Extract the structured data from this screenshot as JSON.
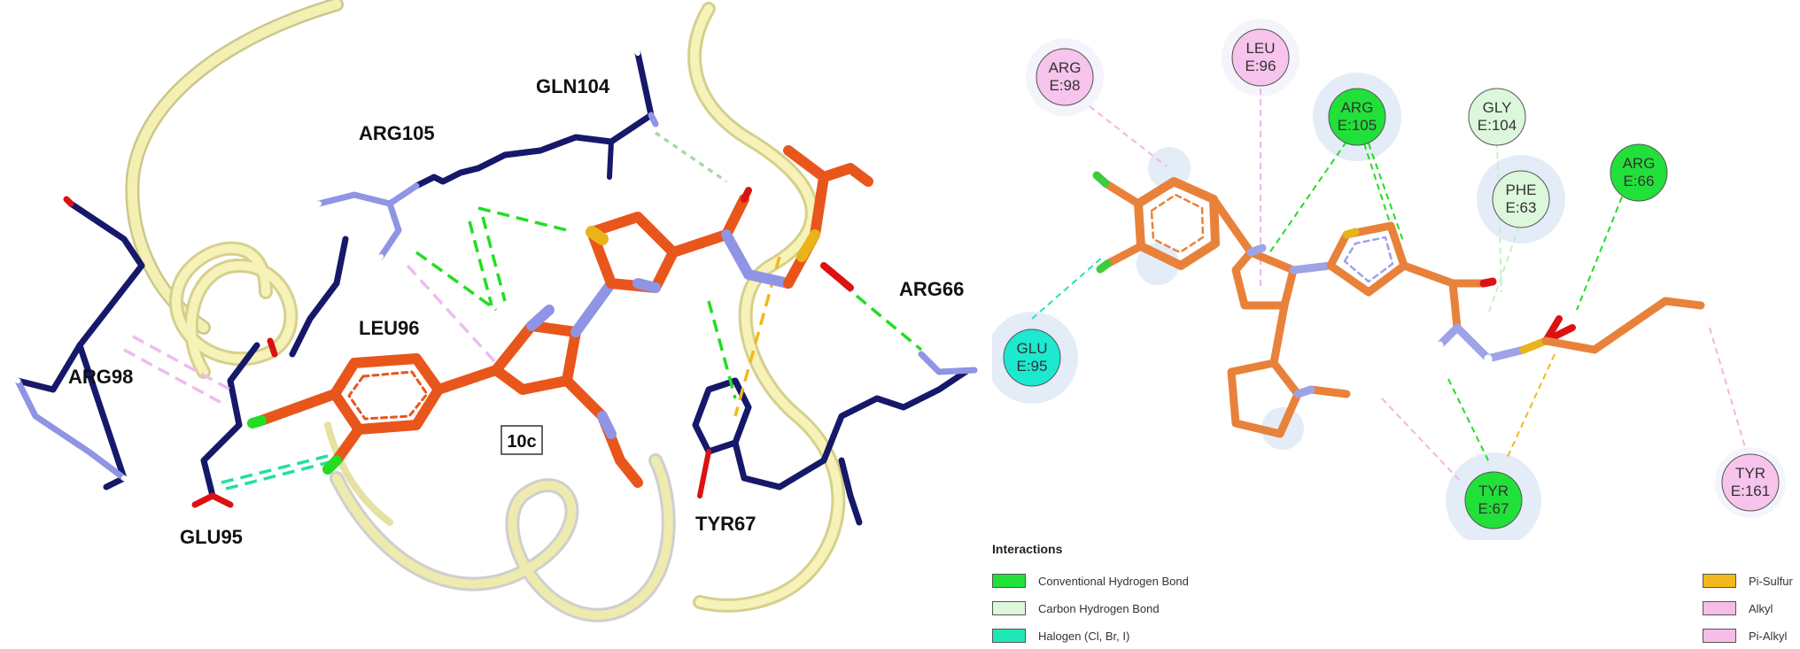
{
  "panel3d": {
    "ligand_label": "10c",
    "residue_labels": [
      "GLN104",
      "ARG105",
      "LEU96",
      "ARG98",
      "GLU95",
      "TYR67",
      "ARG66"
    ]
  },
  "panel2d": {
    "residues": [
      {
        "line1": "ARG",
        "line2": "E:98",
        "interaction": "Alkyl"
      },
      {
        "line1": "LEU",
        "line2": "E:96",
        "interaction": "Alkyl"
      },
      {
        "line1": "ARG",
        "line2": "E:105",
        "interaction": "Conventional Hydrogen Bond"
      },
      {
        "line1": "GLY",
        "line2": "E:104",
        "interaction": "Carbon Hydrogen Bond"
      },
      {
        "line1": "PHE",
        "line2": "E:63",
        "interaction": "Carbon Hydrogen Bond"
      },
      {
        "line1": "ARG",
        "line2": "E:66",
        "interaction": "Conventional Hydrogen Bond"
      },
      {
        "line1": "GLU",
        "line2": "E:95",
        "interaction": "Halogen (Cl, Br, I)"
      },
      {
        "line1": "TYR",
        "line2": "E:67",
        "interaction": "Conventional Hydrogen Bond"
      },
      {
        "line1": "TYR",
        "line2": "E:161",
        "interaction": "Pi-Alkyl"
      }
    ]
  },
  "legend": {
    "title": "Interactions",
    "items": [
      {
        "label": "Conventional Hydrogen Bond",
        "color": "#22e03a"
      },
      {
        "label": "Carbon Hydrogen Bond",
        "color": "#dcf7dc"
      },
      {
        "label": "Halogen (Cl, Br, I)",
        "color": "#1de8b5"
      },
      {
        "label": "Pi-Sulfur",
        "color": "#f2b81c"
      },
      {
        "label": "Alkyl",
        "color": "#f6bde8"
      },
      {
        "label": "Pi-Alkyl",
        "color": "#f6bde8"
      }
    ]
  },
  "colors": {
    "ligand": "#e8561c",
    "ligand_2d": "#e8823a",
    "protein_stick": "#16186a",
    "ribbon": "#f2eeaa",
    "nitrogen": "#8f94e4",
    "chlorine": "#22dd22",
    "oxygen": "#dd1111",
    "sulfur": "#e8b41a"
  }
}
